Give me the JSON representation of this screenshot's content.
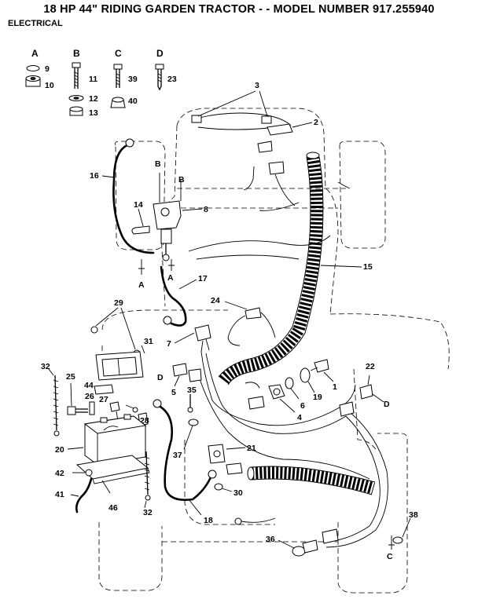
{
  "header": {
    "title": "18 HP 44\" RIDING GARDEN TRACTOR - - MODEL NUMBER 917.255940",
    "section": "ELECTRICAL"
  },
  "hardware_key": [
    {
      "letter": "A",
      "parts": [
        "9",
        "10"
      ]
    },
    {
      "letter": "B",
      "parts": [
        "11",
        "12",
        "13"
      ]
    },
    {
      "letter": "C",
      "parts": [
        "39",
        "40"
      ]
    },
    {
      "letter": "D",
      "parts": [
        "23"
      ]
    }
  ],
  "callouts": {
    "p1": "1",
    "p2": "2",
    "p3": "3",
    "p4": "4",
    "p5": "5",
    "p6": "6",
    "p7": "7",
    "p8": "8",
    "p14": "14",
    "p15": "15",
    "p16": "16",
    "p17": "17",
    "p18": "18",
    "p19": "19",
    "p20": "20",
    "p21": "21",
    "p22": "22",
    "p24": "24",
    "p25": "25",
    "p26": "26",
    "p27": "27",
    "p28": "28",
    "p29": "29",
    "p30": "30",
    "p31": "31",
    "p32a": "32",
    "p32b": "32",
    "p35": "35",
    "p36": "36",
    "p37": "37",
    "p38": "38",
    "p41": "41",
    "p42": "42",
    "p44": "44",
    "p46": "46"
  },
  "connection_letters": {
    "B_top": "B",
    "B_right": "B",
    "A_left": "A",
    "A_right": "A",
    "D_left": "D",
    "D_right": "D",
    "C_bottom": "C"
  }
}
